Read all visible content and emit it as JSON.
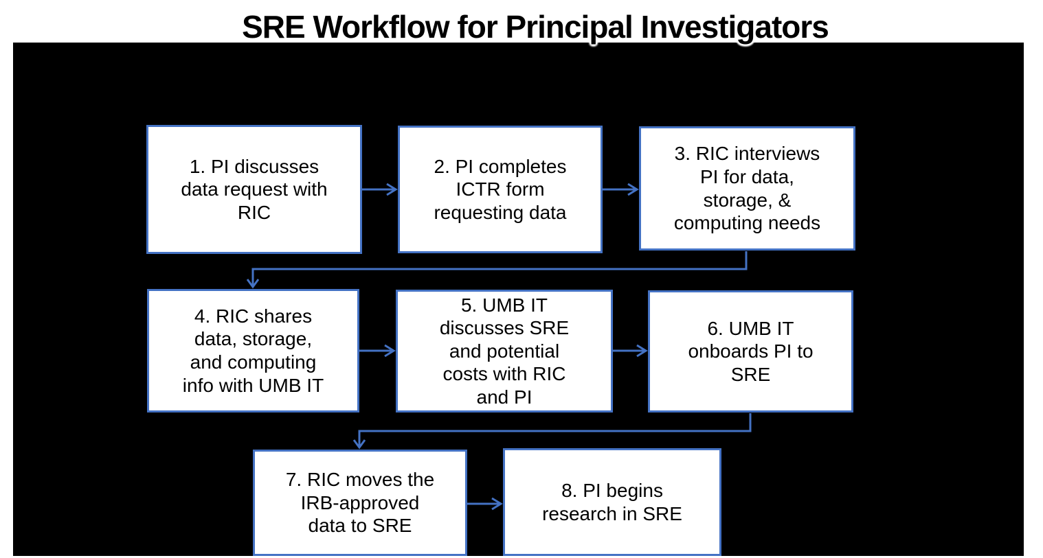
{
  "slide": {
    "title": "SRE Workflow for Principal Investigators"
  },
  "colors": {
    "accent_blue": "#4472C4",
    "panel_black": "#000000",
    "box_fill": "#FFFFFF",
    "box_text": "#000000",
    "title_text": "#000000"
  },
  "flowchart": {
    "steps": [
      {
        "id": 1,
        "label": "1. PI discusses\ndata request with\nRIC"
      },
      {
        "id": 2,
        "label": "2. PI completes\nICTR form\nrequesting data"
      },
      {
        "id": 3,
        "label": "3. RIC interviews\nPI for data,\nstorage, &\ncomputing needs"
      },
      {
        "id": 4,
        "label": "4. RIC shares\ndata, storage,\nand computing\ninfo with UMB IT"
      },
      {
        "id": 5,
        "label": "5. UMB IT\ndiscusses SRE\nand potential\ncosts with RIC\nand PI"
      },
      {
        "id": 6,
        "label": "6. UMB IT\nonboards PI to\nSRE"
      },
      {
        "id": 7,
        "label": "7. RIC moves the\nIRB-approved\ndata to SRE"
      },
      {
        "id": 8,
        "label": "8. PI begins\nresearch in SRE"
      }
    ],
    "connections": [
      "step1 -> step2",
      "step2 -> step3",
      "step3 -> step4",
      "step4 -> step5",
      "step5 -> step6",
      "step6 -> step7",
      "step7 -> step8"
    ]
  }
}
